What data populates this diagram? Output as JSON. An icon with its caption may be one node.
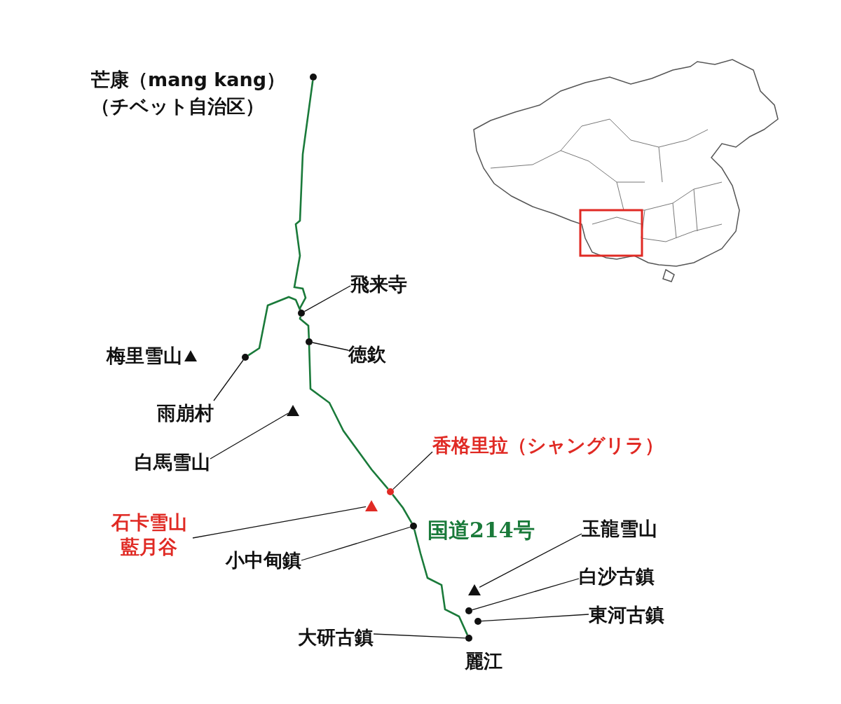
{
  "diagram": {
    "nodes": [
      {
        "text": [],
        "shape": "circle",
        "beside": [
          "芒康（mang kang）",
          "（チベット自治区）"
        ]
      },
      {
        "text": [
          "飛来寺"
        ]
      },
      {
        "text": [],
        "shape": "circle"
      },
      {
        "text": [],
        "shape": "circle"
      },
      {
        "text": [
          "徳欽"
        ]
      },
      {
        "text": [
          "梅里雪山"
        ]
      },
      {
        "text": [],
        "shape": "circle"
      },
      {
        "text": [
          "雨崩村"
        ]
      },
      {
        "text": [],
        "shape": "triangle"
      },
      {
        "text": [
          "白馬雪山"
        ]
      },
      {
        "text": [
          "香格里拉（シャングリラ）"
        ]
      },
      {
        "text": [],
        "shape": "circle"
      },
      {
        "text": [],
        "shape": "triangle"
      },
      {
        "text": [
          "石卡雪山藍月谷"
        ]
      },
      {
        "text": [],
        "shape": "circle"
      },
      {
        "text": [
          "小中甸鎮"
        ]
      },
      {
        "text": [
          "玉龍雪山"
        ]
      },
      {
        "text": [],
        "shape": "triangle"
      },
      {
        "text": [
          "白沙古鎮"
        ]
      },
      {
        "text": [],
        "shape": "circle"
      },
      {
        "text": [
          "東河古鎮"
        ]
      },
      {
        "text": [],
        "shape": "circle"
      },
      {
        "text": [
          "大研古鎮"
        ]
      },
      {
        "text": [],
        "shape": "circle",
        "beside": [
          "麗江"
        ]
      }
    ],
    "edges": [
      {
        "from": 0,
        "to": 2,
        "arrow": "none",
        "color": "#1a7a3a"
      },
      {
        "from": 2,
        "to": 6,
        "arrow": "none",
        "color": "#1a7a3a"
      },
      {
        "from": 2,
        "to": 3,
        "arrow": "none",
        "color": "#1a7a3a"
      },
      {
        "from": 3,
        "to": 11,
        "arrow": "none",
        "color": "#1a7a3a"
      },
      {
        "from": 11,
        "to": 14,
        "arrow": "none",
        "color": "#1a7a3a"
      },
      {
        "from": 14,
        "to": 23,
        "arrow": "none",
        "color": "#1a7a3a"
      },
      {
        "from": 1,
        "to": 2,
        "arrow": "none"
      },
      {
        "from": 4,
        "to": 3,
        "arrow": "none"
      },
      {
        "from": 7,
        "to": 6,
        "arrow": "none"
      },
      {
        "from": 9,
        "to": 8,
        "arrow": "none"
      },
      {
        "from": 10,
        "to": 11,
        "arrow": "none"
      },
      {
        "from": 13,
        "to": 12,
        "arrow": "none"
      },
      {
        "from": 15,
        "to": 14,
        "arrow": "none"
      },
      {
        "from": 16,
        "to": 17,
        "arrow": "none"
      },
      {
        "from": 18,
        "to": 19,
        "arrow": "none"
      },
      {
        "from": 20,
        "to": 21,
        "arrow": "none"
      },
      {
        "from": 22,
        "to": 23,
        "arrow": "none"
      }
    ],
    "labels": [
      "国道214号"
    ]
  }
}
